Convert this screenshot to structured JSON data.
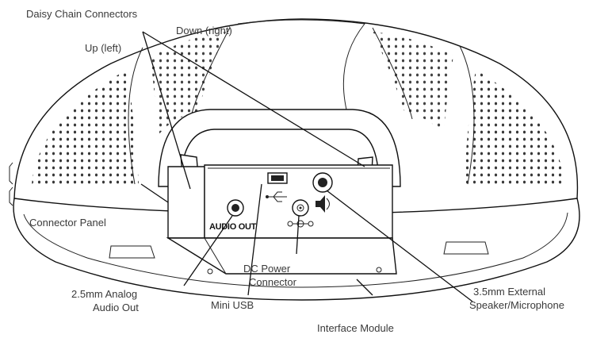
{
  "labels": {
    "daisy_chain": "Daisy Chain Connectors",
    "down_right": "Down (right)",
    "up_left": "Up (left)",
    "connector_panel": "Connector Panel",
    "analog_line1": "2.5mm Analog",
    "analog_line2": "Audio Out",
    "mini_usb": "Mini USB",
    "dc_line1": "DC Power",
    "dc_line2": "Connector",
    "interface_module": "Interface Module",
    "ext_line1": "3.5mm External",
    "ext_line2": "Speaker/Microphone"
  },
  "panel": {
    "audio_out": "AUDIO OUT"
  }
}
